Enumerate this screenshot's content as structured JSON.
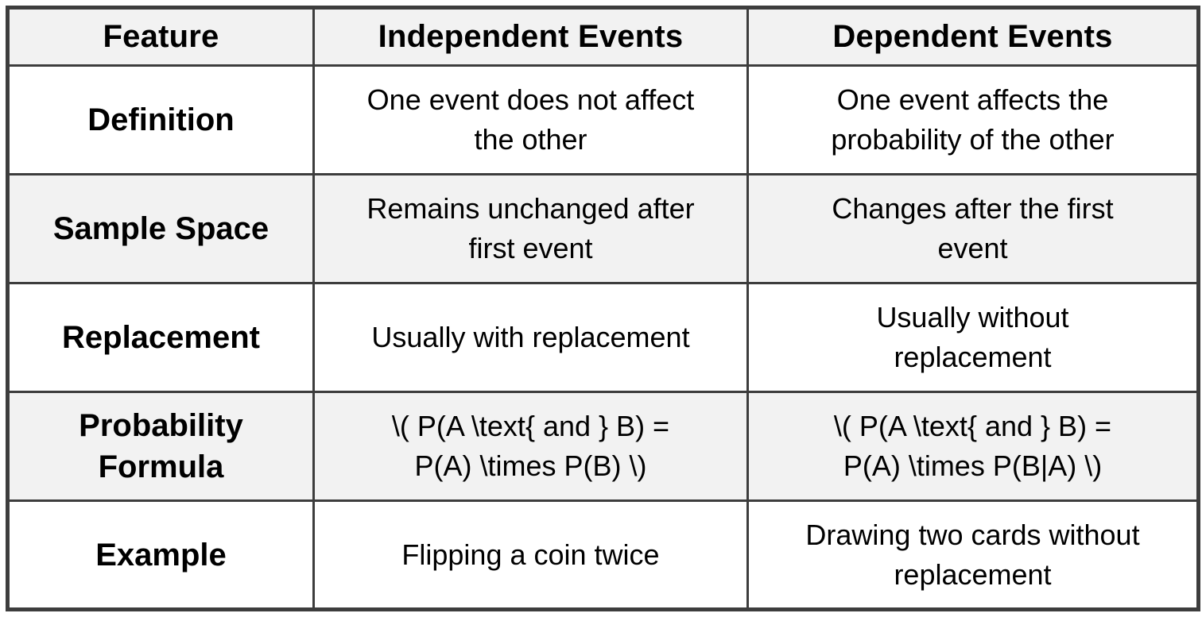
{
  "colors": {
    "border": "#3d3d3d",
    "header_background": "#f2f2f2",
    "stripe_background": "#f2f2f2",
    "row_background": "#ffffff",
    "text": "#000000"
  },
  "table": {
    "columns": [
      "Feature",
      "Independent Events",
      "Dependent Events"
    ],
    "rows": [
      {
        "feature": "Definition",
        "independent": "One event does not affect\nthe other",
        "dependent": "One event affects the\nprobability of the other"
      },
      {
        "feature": "Sample Space",
        "independent": "Remains unchanged after\nfirst event",
        "dependent": "Changes after the first\nevent"
      },
      {
        "feature": "Replacement",
        "independent": "Usually with replacement",
        "dependent": "Usually without\nreplacement"
      },
      {
        "feature": "Probability\nFormula",
        "independent": "\\( P(A \\text{ and } B) =\nP(A) \\times P(B) \\)",
        "dependent": "\\( P(A \\text{ and } B) =\nP(A) \\times P(B|A) \\)"
      },
      {
        "feature": "Example",
        "independent": "Flipping a coin twice",
        "dependent": "Drawing two cards without\nreplacement"
      }
    ]
  }
}
